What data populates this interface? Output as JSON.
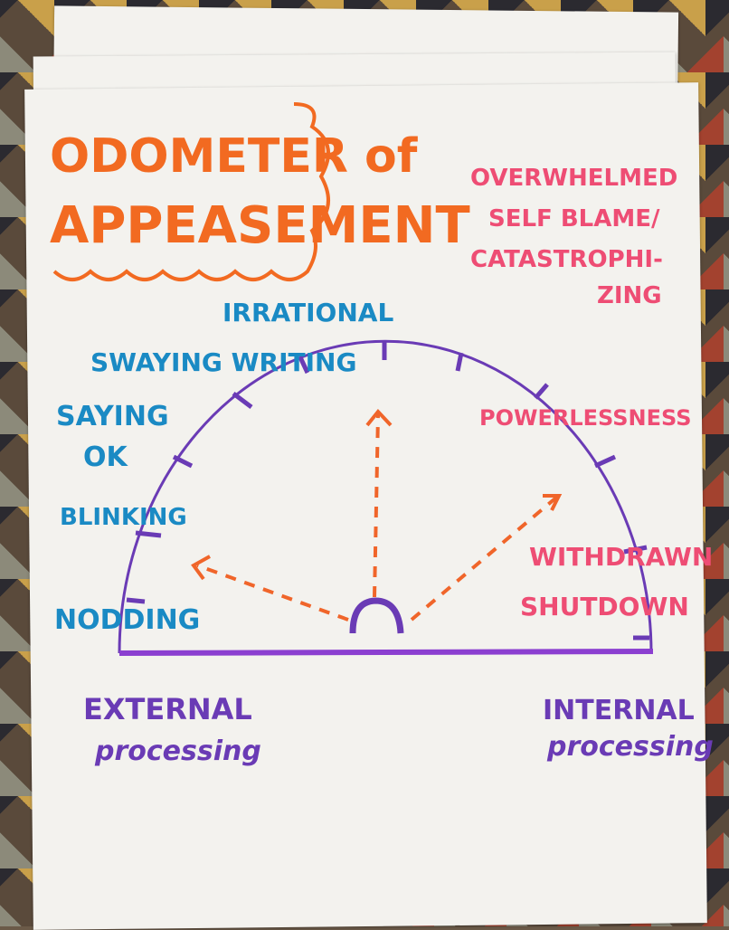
{
  "title": {
    "line1": "ODOMETER of",
    "line2": "APPEASEMENT"
  },
  "left_labels": {
    "irrational": "IRRATIONAL",
    "swaying_writing": "SWAYING WRITING",
    "saying": "SAYING",
    "ok": "OK",
    "blinking": "BLINKING",
    "nodding": "NODDING",
    "external": "EXTERNAL",
    "external_processing": "processing"
  },
  "right_labels": {
    "overwhelmed": "OVERWHELMED",
    "self_blame": "SELF BLAME/",
    "catastrophi": "CATASTROPHI-",
    "zing": "ZING",
    "powerlessness": "POWERLESSNESS",
    "withdrawn": "WITHDRAWN",
    "shutdown": "SHUTDOWN",
    "internal": "INTERNAL",
    "internal_processing": "processing"
  },
  "colors": {
    "title": "#f26a21",
    "blue": "#1a8ac4",
    "pink": "#ee4d74",
    "purple": "#6a3bb5",
    "arrow": "#f0652a"
  }
}
